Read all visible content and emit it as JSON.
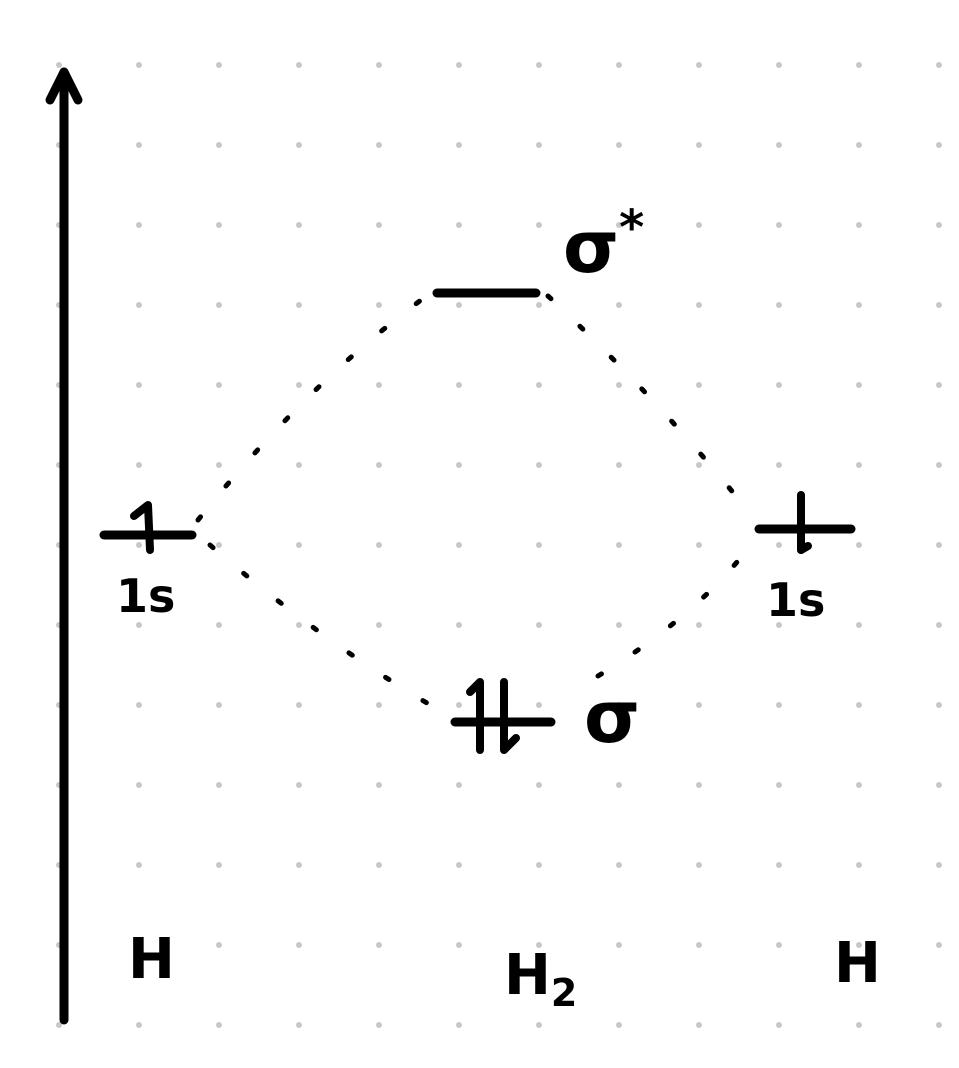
{
  "colors": {
    "ink": "#000000",
    "grid_dot": "#c8c8c8",
    "background": "#ffffff"
  },
  "left_atom": {
    "label": "H",
    "orbital_label": "1s",
    "electrons": 1
  },
  "right_atom": {
    "label": "H",
    "orbital_label": "1s",
    "electrons": 1
  },
  "molecule": {
    "label": "H",
    "label_subscript": "2",
    "antibonding": {
      "label": "σ",
      "label_superscript": "*",
      "electrons": 0
    },
    "bonding": {
      "label": "σ",
      "electrons": 2
    }
  },
  "icons": {
    "energy_axis": "up-arrow-icon",
    "spin_up": "half-arrow-up-icon",
    "spin_down": "half-arrow-down-icon"
  }
}
